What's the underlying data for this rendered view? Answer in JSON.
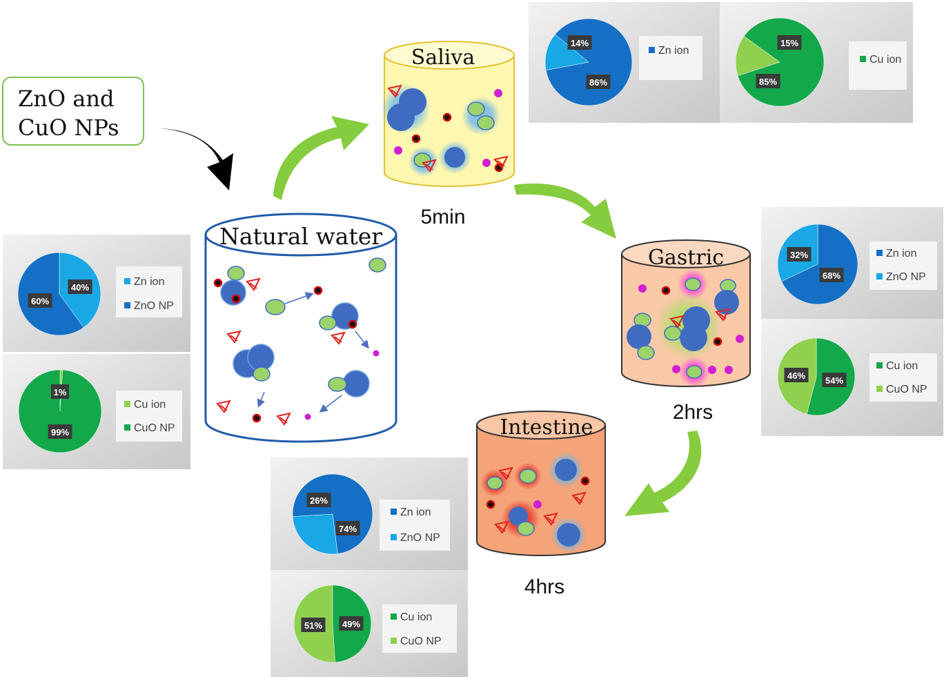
{
  "input_box": {
    "line1": "ZnO and",
    "line2": "CuO NPs"
  },
  "containers": {
    "natural_water": {
      "label": "Natural water"
    },
    "saliva": {
      "label": "Saliva",
      "time": "5min"
    },
    "gastric": {
      "label": "Gastric",
      "time": "2hrs"
    },
    "intestine": {
      "label": "Intestine",
      "time": "4hrs"
    }
  },
  "colors": {
    "zn_ion": "#19a7e6",
    "zno_np": "#1570c5",
    "cu_ion": "#8fd14f",
    "cuo_np": "#13a84a",
    "arrow_green": "#86cc3f",
    "particle_blue": "#3f6cc0",
    "particle_green": "#9cd36b",
    "dot_magenta": "#d21ed2",
    "dot_black_red": "#cc0000"
  },
  "chart_data": [
    {
      "type": "pie",
      "group": "natural_water_zn",
      "series": [
        {
          "name": "Zn ion",
          "value": 40,
          "label": "40%"
        },
        {
          "name": "ZnO NP",
          "value": 60,
          "label": "60%"
        }
      ]
    },
    {
      "type": "pie",
      "group": "natural_water_cu",
      "series": [
        {
          "name": "Cu ion",
          "value": 1,
          "label": "1%"
        },
        {
          "name": "CuO NP",
          "value": 99,
          "label": "99%"
        }
      ]
    },
    {
      "type": "pie",
      "group": "saliva_zn",
      "series": [
        {
          "name": "Zn ion",
          "value": 86,
          "label": "86%"
        },
        {
          "name": "",
          "value": 14,
          "label": "14%"
        }
      ]
    },
    {
      "type": "pie",
      "group": "saliva_cu",
      "series": [
        {
          "name": "Cu ion",
          "value": 85,
          "label": "85%"
        },
        {
          "name": "",
          "value": 15,
          "label": "15%"
        }
      ]
    },
    {
      "type": "pie",
      "group": "gastric_zn",
      "series": [
        {
          "name": "Zn ion",
          "value": 68,
          "label": "68%"
        },
        {
          "name": "ZnO NP",
          "value": 32,
          "label": "32%"
        }
      ]
    },
    {
      "type": "pie",
      "group": "gastric_cu",
      "series": [
        {
          "name": "Cu ion",
          "value": 54,
          "label": "54%"
        },
        {
          "name": "CuO NP",
          "value": 46,
          "label": "46%"
        }
      ]
    },
    {
      "type": "pie",
      "group": "intestine_zn",
      "series": [
        {
          "name": "Zn ion",
          "value": 74,
          "label": "74%"
        },
        {
          "name": "ZnO NP",
          "value": 26,
          "label": "26%"
        }
      ]
    },
    {
      "type": "pie",
      "group": "intestine_cu",
      "series": [
        {
          "name": "Cu ion",
          "value": 49,
          "label": "49%"
        },
        {
          "name": "CuO NP",
          "value": 51,
          "label": "51%"
        }
      ]
    }
  ]
}
